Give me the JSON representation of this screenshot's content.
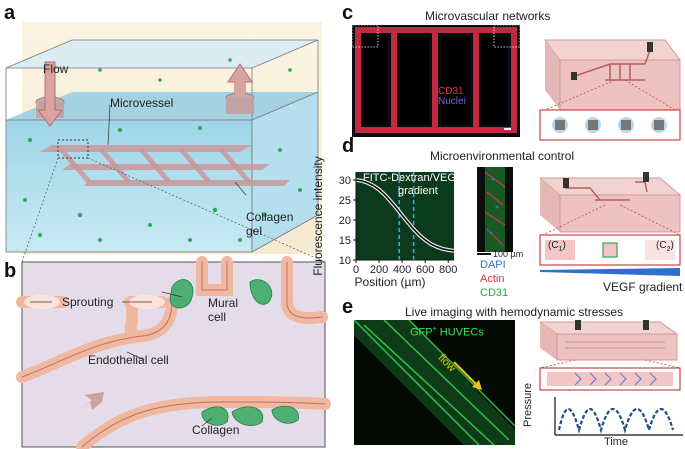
{
  "panels": {
    "a": {
      "letter": "a",
      "flow": "Flow",
      "microvessel": "Microvessel",
      "collagen_gel": "Collagen\ngel"
    },
    "b": {
      "letter": "b",
      "sprouting": "Sprouting",
      "mural_cell": "Mural\ncell",
      "endothelial_cell": "Endothelial cell",
      "collagen": "Collagen"
    },
    "c": {
      "letter": "c",
      "title": "Microvascular networks",
      "legend_cd31": "CD31",
      "legend_nuclei": "Nuclei",
      "colors": {
        "cd31": "#e0304a",
        "nuclei": "#6a6ad8"
      }
    },
    "d": {
      "letter": "d",
      "title": "Microenvironmental control",
      "plot_text_1": "FITC-Dextran/VEGF",
      "plot_text_2": "gradient",
      "scale_bar": "100 µm",
      "stain_dapi": "DAPI",
      "stain_actin": "Actin",
      "stain_cd31": "CD31",
      "c1": "(C",
      "c1_sub": "1",
      "c2": "(C",
      "c2_sub": "2",
      "close": ")",
      "vegf_gradient": "VEGF gradient",
      "colors": {
        "dapi": "#2f6fd0",
        "actin": "#d63a3a",
        "cd31": "#22a83a"
      }
    },
    "e": {
      "letter": "e",
      "title": "Live imaging with hemodynamic stresses",
      "gfp_label": "GFP",
      "gfp_sup": "+",
      "gfp_rest": " HUVECs",
      "flow": "flow",
      "pressure_label": "Pressure",
      "time_label": "Time"
    }
  },
  "chart_data": {
    "type": "line",
    "xlabel": "Position (µm)",
    "ylabel": "Fluorescence intensity",
    "xlim": [
      0,
      850
    ],
    "ylim": [
      10,
      32
    ],
    "xticks": [
      "0",
      "200",
      "400",
      "600",
      "800"
    ],
    "xtick_values": [
      0,
      200,
      400,
      600,
      800
    ],
    "yticks": [
      "10",
      "15",
      "20",
      "25",
      "30"
    ],
    "ytick_values": [
      10,
      15,
      20,
      25,
      30
    ],
    "series": [
      {
        "x": [
          0,
          50,
          100,
          150,
          200,
          250,
          300,
          350,
          400,
          450,
          500,
          550,
          600,
          650,
          700,
          750,
          800,
          850
        ],
        "y": [
          30,
          29.8,
          29.3,
          28.6,
          27.6,
          26.3,
          24.7,
          23.0,
          21.2,
          19.4,
          17.7,
          16.2,
          15.0,
          14.0,
          13.3,
          12.8,
          12.5,
          12.3
        ]
      }
    ],
    "markers": [
      375,
      500
    ],
    "colors": {
      "line": "#111111",
      "glow": "#ffffff",
      "marker": "#3da6e0",
      "background": "#0c3a1c"
    }
  }
}
